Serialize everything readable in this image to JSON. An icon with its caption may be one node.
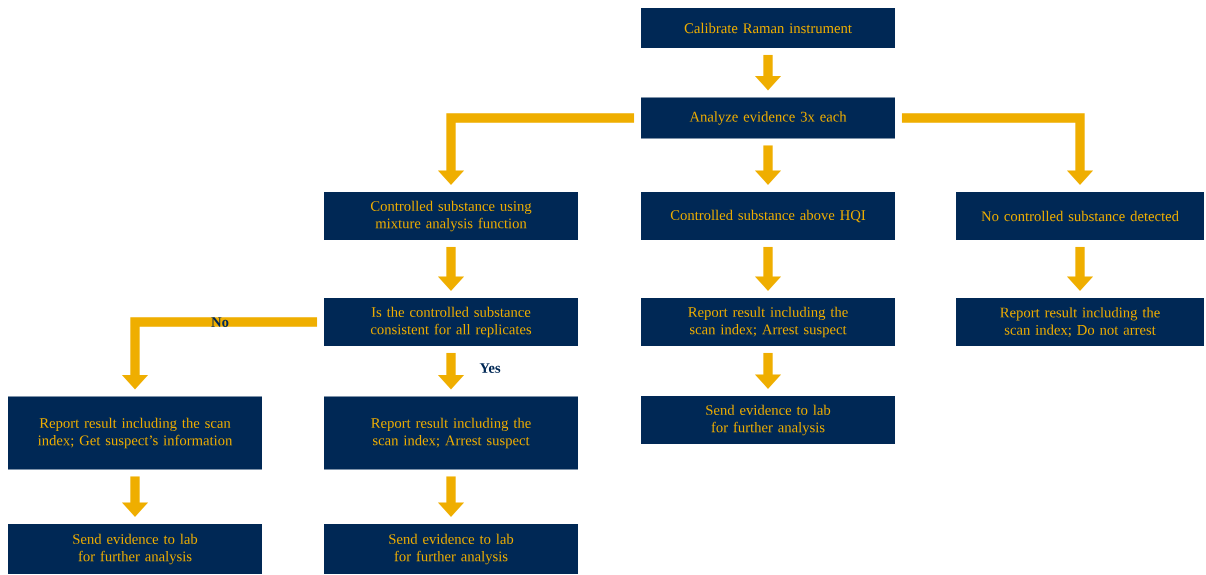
{
  "diagram": {
    "nodes": [
      {
        "text": [
          "Calibrate Raman instrument"
        ]
      },
      {
        "text": [
          "Analyze evidence 3x each"
        ]
      },
      {
        "text": [
          "Controlled substance using mixture analysis function"
        ]
      },
      {
        "text": [
          "Controlled substance above HQI"
        ]
      },
      {
        "text": [
          "No controlled substance detected"
        ]
      },
      {
        "text": [
          "Is the controlled substance consistent for all replicates"
        ]
      },
      {
        "text": [
          "Report result including the scan index; Arrest suspect"
        ]
      },
      {
        "text": [
          "Report result including the scan index; Do not arrest"
        ]
      },
      {
        "text": [
          "Report result including the scan index; Get suspect’s information"
        ]
      },
      {
        "text": [
          "Report result including the scan index; Arrest suspect"
        ]
      },
      {
        "text": [
          "Send evidence to lab for further analysis"
        ]
      },
      {
        "text": [
          "Send evidence to lab for further analysis"
        ]
      },
      {
        "text": [
          "Send evidence to lab for further analysis"
        ]
      }
    ],
    "edges": [
      {
        "from": 0,
        "to": 1,
        "arrow": "to"
      },
      {
        "from": 1,
        "to": 2,
        "arrow": "to"
      },
      {
        "from": 1,
        "to": 3,
        "arrow": "to"
      },
      {
        "from": 1,
        "to": 4,
        "arrow": "to"
      },
      {
        "from": 2,
        "to": 5,
        "arrow": "to"
      },
      {
        "from": 3,
        "to": 6,
        "arrow": "to"
      },
      {
        "from": 4,
        "to": 7,
        "arrow": "to"
      },
      {
        "from": 5,
        "to": 8,
        "arrow": "to",
        "label": "No"
      },
      {
        "from": 5,
        "to": 9,
        "arrow": "to",
        "label": "Yes"
      },
      {
        "from": 6,
        "to": 10,
        "arrow": "to"
      },
      {
        "from": 8,
        "to": 11,
        "arrow": "to"
      },
      {
        "from": 9,
        "to": 12,
        "arrow": "to"
      }
    ]
  }
}
